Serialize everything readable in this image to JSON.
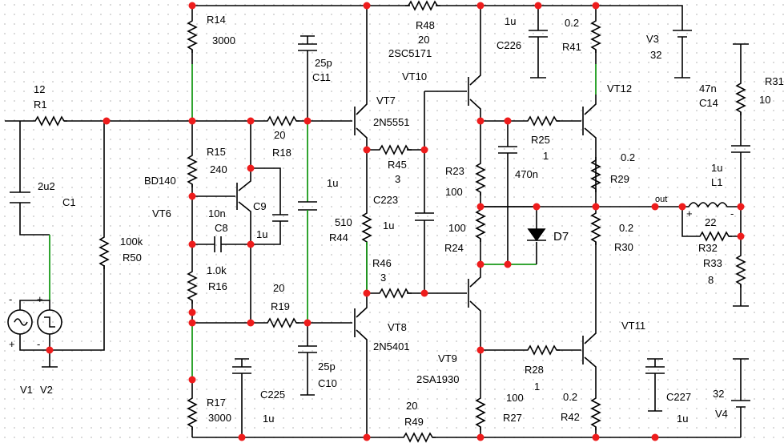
{
  "components": {
    "R14": {
      "name": "R14",
      "value": "3000"
    },
    "R48": {
      "name": "R48",
      "value": "20"
    },
    "C226": {
      "name": "C226",
      "value": "1u"
    },
    "R41": {
      "name": "R41",
      "value": "0.2"
    },
    "V3": {
      "name": "V3",
      "value": "32"
    },
    "R31": {
      "name": "R31",
      "value": "10"
    },
    "C14": {
      "name": "C14",
      "value": "47n"
    },
    "C11": {
      "name": "C11",
      "value": "25p"
    },
    "R1": {
      "name": "R1",
      "value": "12"
    },
    "C1": {
      "name": "C1",
      "value": "2u2"
    },
    "R15": {
      "name": "R15",
      "value": "240"
    },
    "R18": {
      "name": "R18",
      "value": "20"
    },
    "VT7": {
      "name": "VT7",
      "value": "2N5551"
    },
    "VT10": {
      "name": "VT10",
      "value": "2SC5171"
    },
    "VT12": {
      "name": "VT12"
    },
    "R25": {
      "name": "R25",
      "value": "1"
    },
    "R45": {
      "name": "R45",
      "value": "3"
    },
    "R23": {
      "name": "R23",
      "value": "100"
    },
    "C8": {
      "name": "C8",
      "value": "10n"
    },
    "C9": {
      "name": "C9",
      "value": "1u"
    },
    "C223": {
      "name": "C223",
      "value": "1u"
    },
    "R29": {
      "name": "R29",
      "value": "0.2"
    },
    "L1": {
      "name": "L1",
      "value": "1u"
    },
    "VT6": {
      "name": "VT6",
      "value": "BD140"
    },
    "R44": {
      "name": "R44",
      "value": "510"
    },
    "R50": {
      "name": "R50",
      "value": "100k"
    },
    "R24": {
      "name": "R24",
      "value": "100"
    },
    "D7": {
      "name": "D7"
    },
    "R30": {
      "name": "R30",
      "value": "0.2"
    },
    "R32": {
      "name": "R32",
      "value": "22"
    },
    "R33": {
      "name": "R33",
      "value": "8"
    },
    "R16": {
      "name": "R16",
      "value": "1.0k"
    },
    "R46": {
      "name": "R46",
      "value": "3"
    },
    "R19": {
      "name": "R19",
      "value": "20"
    },
    "VT8": {
      "name": "VT8",
      "value": "2N5401"
    },
    "VT11": {
      "name": "VT11"
    },
    "VT9": {
      "name": "VT9",
      "value": "2SA1930"
    },
    "R28": {
      "name": "R28",
      "value": "1"
    },
    "C10": {
      "name": "C10",
      "value": "25p"
    },
    "R17": {
      "name": "R17",
      "value": "3000"
    },
    "C225": {
      "name": "C225",
      "value": "1u"
    },
    "R49": {
      "name": "R49",
      "value": "20"
    },
    "R27": {
      "name": "R27",
      "value": "100"
    },
    "R42": {
      "name": "R42",
      "value": "0.2"
    },
    "C227": {
      "name": "C227",
      "value": "1u"
    },
    "V4": {
      "name": "V4",
      "value": "32"
    },
    "V1": {
      "name": "V1"
    },
    "V2": {
      "name": "V2"
    },
    "C18_cap": {
      "value": "1u"
    },
    "C470": {
      "value": "470n"
    }
  },
  "nets": {
    "out": "out"
  },
  "polarity": {
    "plus": "+",
    "minus": "-"
  }
}
